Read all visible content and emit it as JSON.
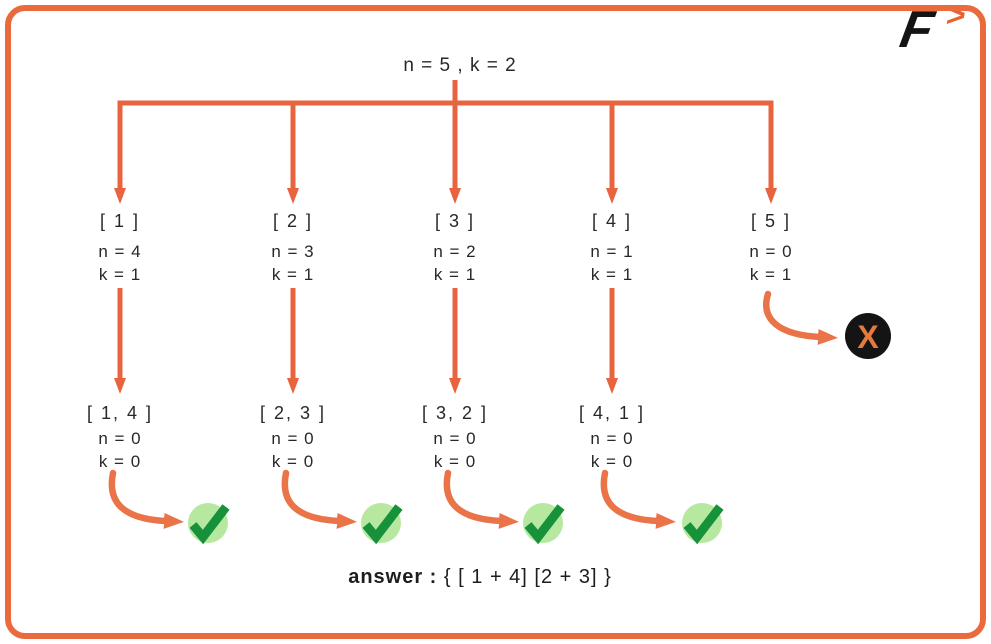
{
  "logo": {
    "letter": "F",
    "arrow": ">"
  },
  "root_label": "n = 5 , k = 2",
  "level1": [
    {
      "label": "[ 1 ]",
      "n": "n = 4",
      "k": "k = 1"
    },
    {
      "label": "[ 2 ]",
      "n": "n = 3",
      "k": "k = 1"
    },
    {
      "label": "[ 3 ]",
      "n": "n = 2",
      "k": "k = 1"
    },
    {
      "label": "[ 4 ]",
      "n": "n = 1",
      "k": "k = 1"
    },
    {
      "label": "[ 5 ]",
      "n": "n = 0",
      "k": "k = 1"
    }
  ],
  "level2": [
    {
      "label": "[ 1, 4 ]",
      "n": "n = 0",
      "k": "k = 0"
    },
    {
      "label": "[ 2, 3 ]",
      "n": "n = 0",
      "k": "k = 0"
    },
    {
      "label": "[ 3, 2 ]",
      "n": "n = 0",
      "k": "k = 0"
    },
    {
      "label": "[ 4, 1 ]",
      "n": "n = 0",
      "k": "k = 0"
    }
  ],
  "answer": {
    "label": "answer :",
    "value": "{ [ 1 + 4] [2 + 3] }"
  },
  "icons": {
    "accept": "check-icon",
    "reject": "X"
  },
  "colors": {
    "accent": "#E8643E",
    "accent_light": "#EA7448",
    "border": "#EB6A3D",
    "check_circle": "#B6E8A0",
    "check_mark": "#17923B",
    "reject_circle": "#141414",
    "reject_mark": "#E8793C",
    "text": "#282828"
  }
}
